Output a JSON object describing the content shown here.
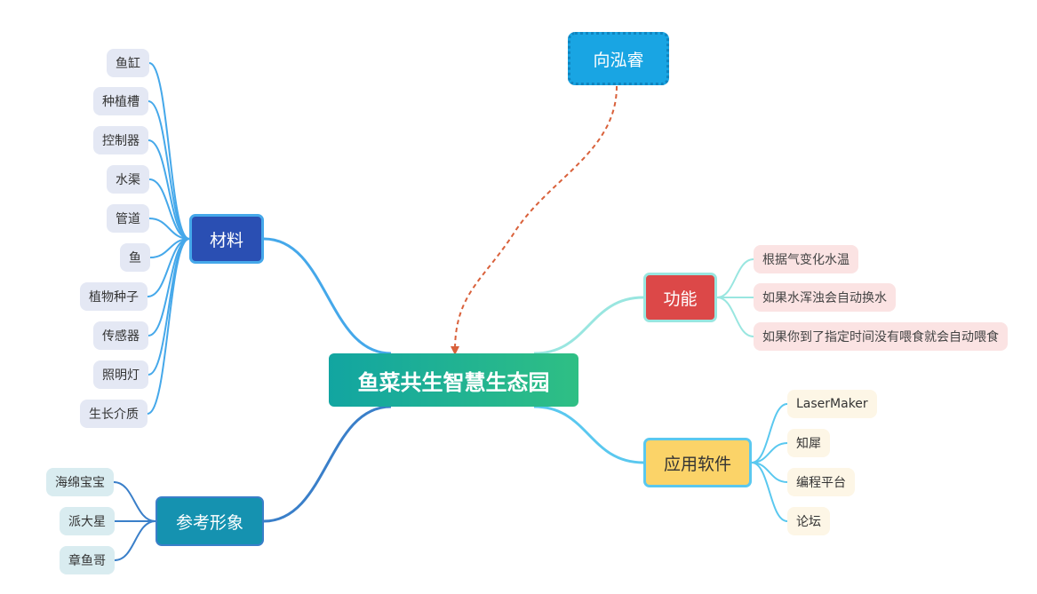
{
  "root": {
    "label": "鱼菜共生智慧生态园"
  },
  "floating": {
    "label": "向泓睿"
  },
  "branches": {
    "materials": {
      "label": "材料",
      "color": "#2d4fb4",
      "items": [
        "鱼缸",
        "种植槽",
        "控制器",
        "水渠",
        "管道",
        "鱼",
        "植物种子",
        "传感器",
        "照明灯",
        "生长介质"
      ]
    },
    "reference": {
      "label": "参考形象",
      "color": "#1592b0",
      "items": [
        "海绵宝宝",
        "派大星",
        "章鱼哥"
      ]
    },
    "functions": {
      "label": "功能",
      "color": "#dc4848",
      "items": [
        "根据气变化水温",
        "如果水浑浊会自动换水",
        "如果你到了指定时间没有喂食就会自动喂食"
      ]
    },
    "software": {
      "label": "应用软件",
      "color": "#fbd368",
      "items": [
        "LaserMaker",
        "知犀",
        "编程平台",
        "论坛"
      ]
    }
  }
}
